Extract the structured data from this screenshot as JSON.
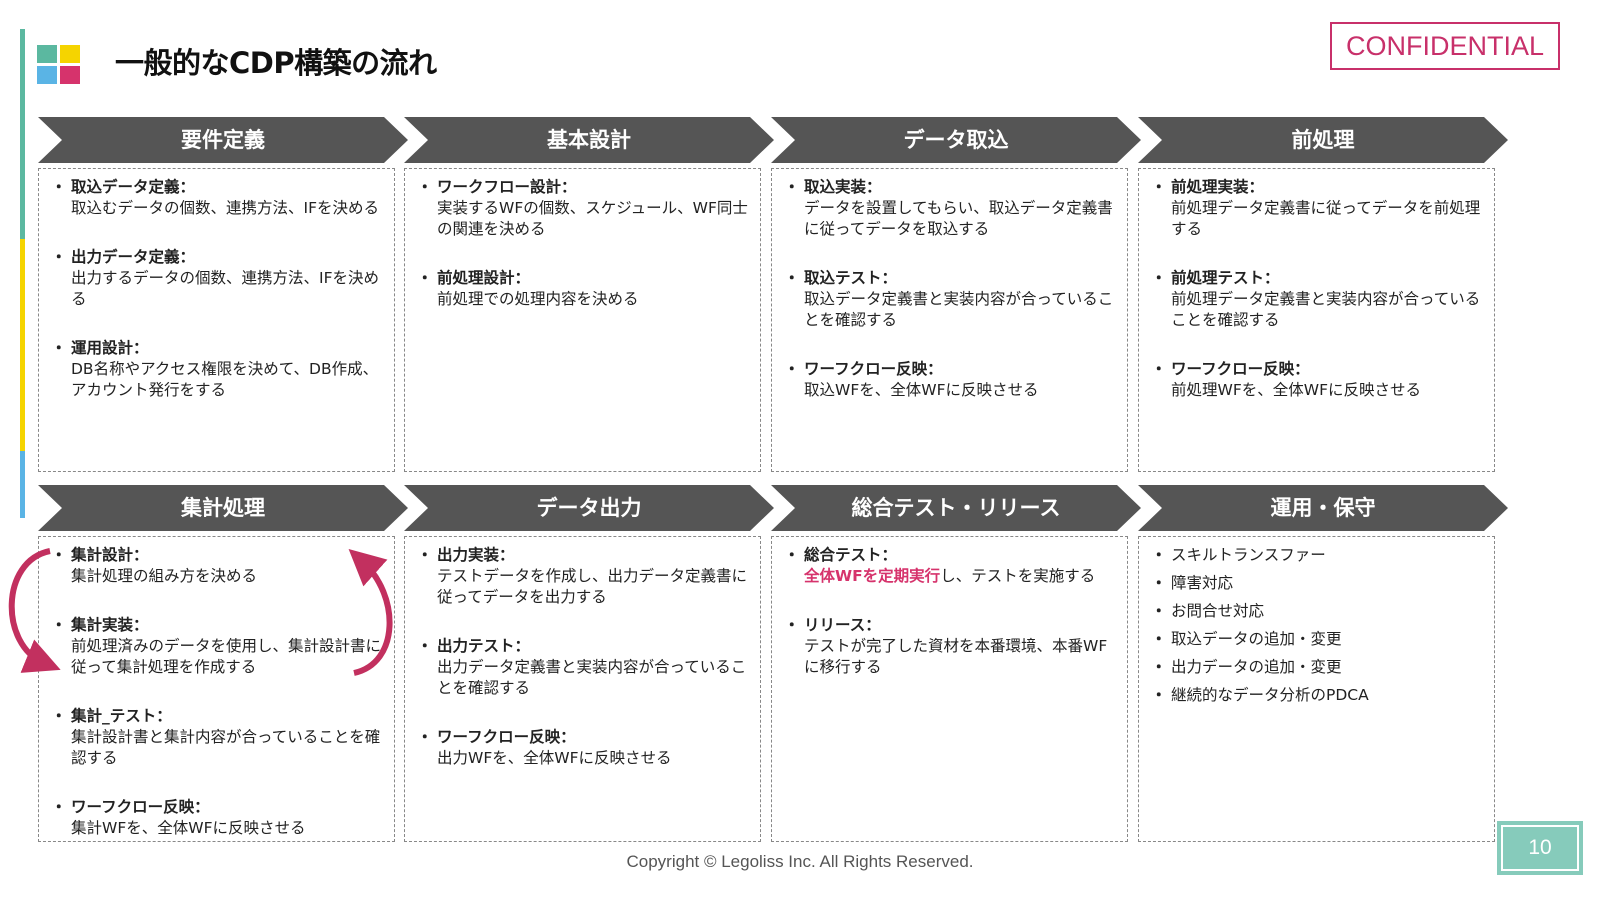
{
  "header": {
    "title": "一般的なCDP構築の流れ",
    "confidential": "CONFIDENTIAL"
  },
  "colors": {
    "teal": "#5bb8a0",
    "yellow": "#f5d400",
    "blue": "#5ab4e5",
    "pink": "#d6336c",
    "chevron": "#555555"
  },
  "phases": [
    {
      "label": "要件定義",
      "items": [
        {
          "title": "取込データ定義：",
          "body": [
            {
              "text": "取込むデータの個数、連携方法、IFを決める"
            }
          ]
        },
        {
          "title": "出力データ定義：",
          "body": [
            {
              "text": "出力するデータの個数、連携方法、IFを決める"
            }
          ]
        },
        {
          "title": "運用設計：",
          "body": [
            {
              "text": "DB名称やアクセス権限を決めて、DB作成、アカウント発行をする"
            }
          ]
        }
      ]
    },
    {
      "label": "基本設計",
      "items": [
        {
          "title": "ワークフロー設計：",
          "body": [
            {
              "text": "実装するWFの個数、スケジュール、WF同士の関連を決める"
            }
          ]
        },
        {
          "title": "前処理設計：",
          "body": [
            {
              "text": "前処理での処理内容を決める"
            }
          ]
        }
      ]
    },
    {
      "label": "データ取込",
      "items": [
        {
          "title": "取込実装：",
          "body": [
            {
              "text": "データを設置してもらい、取込データ定義書に従ってデータを取込する"
            }
          ]
        },
        {
          "title": "取込テスト：",
          "body": [
            {
              "text": "取込データ定義書と実装内容が合っていることを確認する"
            }
          ]
        },
        {
          "title": "ワーフクロー反映：",
          "body": [
            {
              "text": "取込WFを、全体WFに反映させる"
            }
          ]
        }
      ]
    },
    {
      "label": "前処理",
      "items": [
        {
          "title": "前処理実装：",
          "body": [
            {
              "text": "前処理データ定義書に従ってデータを前処理する"
            }
          ]
        },
        {
          "title": "前処理テスト：",
          "body": [
            {
              "text": "前処理データ定義書と実装内容が合っていることを確認する"
            }
          ]
        },
        {
          "title": "ワーフクロー反映：",
          "body": [
            {
              "text": "前処理WFを、全体WFに反映させる"
            }
          ]
        }
      ]
    },
    {
      "label": "集計処理",
      "items": [
        {
          "title": "集計設計：",
          "body": [
            {
              "text": "集計処理の組み方を決める"
            }
          ]
        },
        {
          "title": "集計実装：",
          "body": [
            {
              "text": "前処理済みのデータを使用し、集計設計書に従って集計処理を作成する"
            }
          ]
        },
        {
          "title": "集計_テスト：",
          "body": [
            {
              "text": "集計設計書と集計内容が合っていることを確認する"
            }
          ]
        },
        {
          "title": "ワーフクロー反映：",
          "body": [
            {
              "text": "集計WFを、全体WFに反映させる"
            }
          ]
        }
      ]
    },
    {
      "label": "データ出力",
      "items": [
        {
          "title": "出力実装：",
          "body": [
            {
              "text": "テストデータを作成し、出力データ定義書に従ってデータを出力する"
            }
          ]
        },
        {
          "title": "出力テスト：",
          "body": [
            {
              "text": "出力データ定義書と実装内容が合っていることを確認する"
            }
          ]
        },
        {
          "title": "ワーフクロー反映：",
          "body": [
            {
              "text": "出力WFを、全体WFに反映させる"
            }
          ]
        }
      ]
    },
    {
      "label": "総合テスト・リリース",
      "items": [
        {
          "title": "総合テスト：",
          "body": [
            {
              "text": "全体WFを定期実行",
              "highlight": true
            },
            {
              "text": "し、テストを実施する"
            }
          ]
        },
        {
          "title": "リリース：",
          "body": [
            {
              "text": "テストが完了した資材を本番環境、本番WFに移行する"
            }
          ]
        }
      ]
    },
    {
      "label": "運用・保守",
      "simple": true,
      "items": [
        {
          "body": [
            {
              "text": "スキルトランスファー"
            }
          ]
        },
        {
          "body": [
            {
              "text": "障害対応"
            }
          ]
        },
        {
          "body": [
            {
              "text": "お問合せ対応"
            }
          ]
        },
        {
          "body": [
            {
              "text": "取込データの追加・変更"
            }
          ]
        },
        {
          "body": [
            {
              "text": "出力データの追加・変更"
            }
          ]
        },
        {
          "body": [
            {
              "text": "継続的なデータ分析のPDCA"
            }
          ]
        }
      ]
    }
  ],
  "footer": {
    "copyright": "Copyright © Legoliss Inc. All Rights Reserved.",
    "page_number": "10"
  }
}
